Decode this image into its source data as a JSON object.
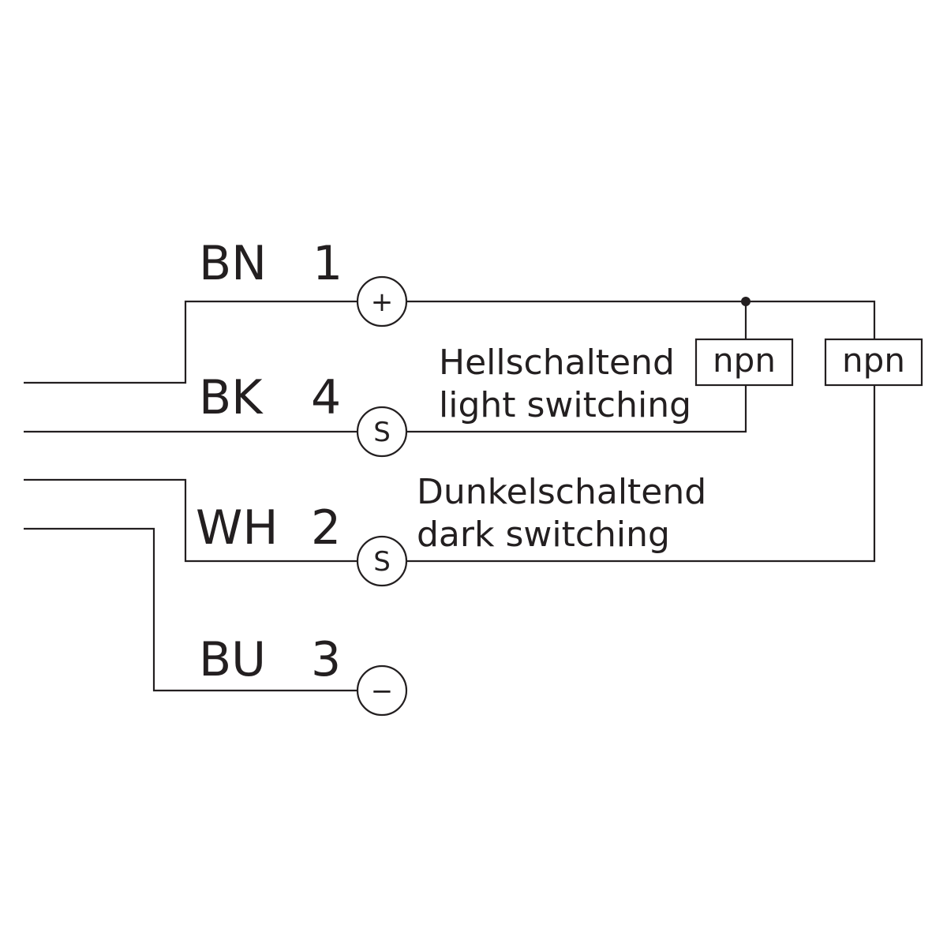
{
  "wires": [
    {
      "color_code": "BN",
      "pin": "1",
      "symbol": "+"
    },
    {
      "color_code": "BK",
      "pin": "4",
      "symbol": "S"
    },
    {
      "color_code": "WH",
      "pin": "2",
      "symbol": "S"
    },
    {
      "color_code": "BU",
      "pin": "3",
      "symbol": "−"
    }
  ],
  "outputs": [
    {
      "line1": "Hellschaltend",
      "line2": "light switching",
      "box_label": "npn"
    },
    {
      "line1": "Dunkelschaltend",
      "line2": "dark switching",
      "box_label": "npn"
    }
  ],
  "colors": {
    "line": "#231f20",
    "background": "#ffffff"
  }
}
